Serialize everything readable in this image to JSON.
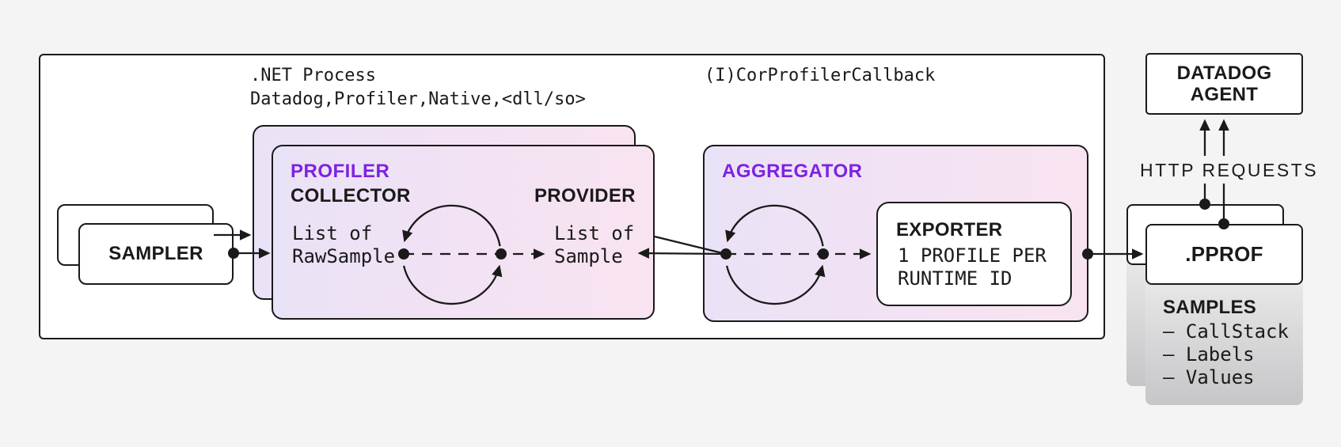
{
  "process": {
    "line1": ".NET Process",
    "line2": "Datadog,Profiler,Native,<dll/so>",
    "callback": "(I)CorProfilerCallback"
  },
  "sampler": {
    "label": "SAMPLER"
  },
  "profiler": {
    "title": "PROFILER",
    "collector_label": "COLLECTOR",
    "collector_line1": "List of",
    "collector_line2": "RawSample",
    "provider_label": "PROVIDER",
    "provider_line1": "List of",
    "provider_line2": "Sample"
  },
  "aggregator": {
    "title": "AGGREGATOR",
    "exporter_label": "EXPORTER",
    "exporter_line1": "1 PROFILE PER",
    "exporter_line2": "RUNTIME ID"
  },
  "agent": {
    "line1": "DATADOG",
    "line2": "AGENT"
  },
  "http_label": "HTTP REQUESTS",
  "pprof": {
    "label": ".PPROF",
    "samples_title": "SAMPLES",
    "samples": [
      "– CallStack",
      "– Labels",
      "– Values"
    ]
  },
  "colors": {
    "background": "#f4f4f5",
    "line": "#1a1a1a",
    "accent_purple": "#7d22e2",
    "grad_left": "#eae2f7",
    "grad_right": "#f9e3f0",
    "gray_top": "#ededee",
    "gray_bottom": "#c6c6c8"
  }
}
